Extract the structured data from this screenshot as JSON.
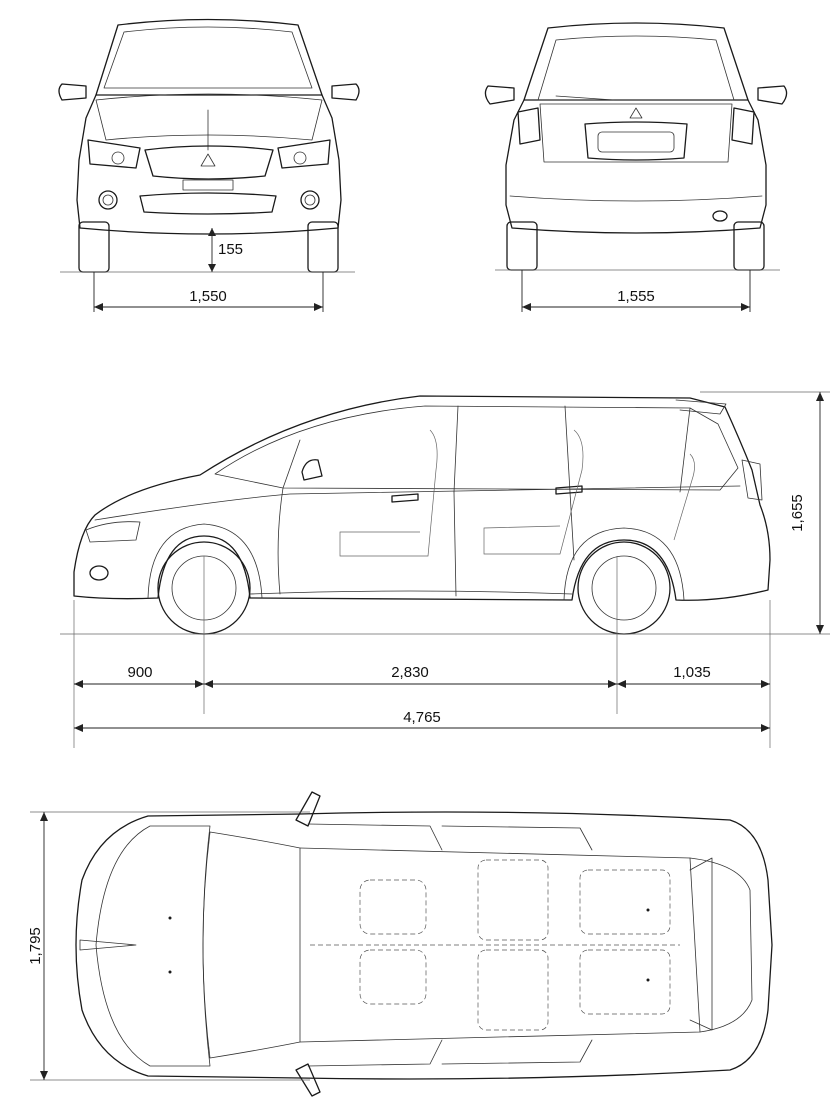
{
  "dimensions": {
    "front_ground_clearance": "155",
    "front_track": "1,550",
    "rear_track": "1,555",
    "height": "1,655",
    "front_overhang": "900",
    "wheelbase": "2,830",
    "rear_overhang": "1,035",
    "overall_length": "4,765",
    "overall_width": "1,795"
  }
}
